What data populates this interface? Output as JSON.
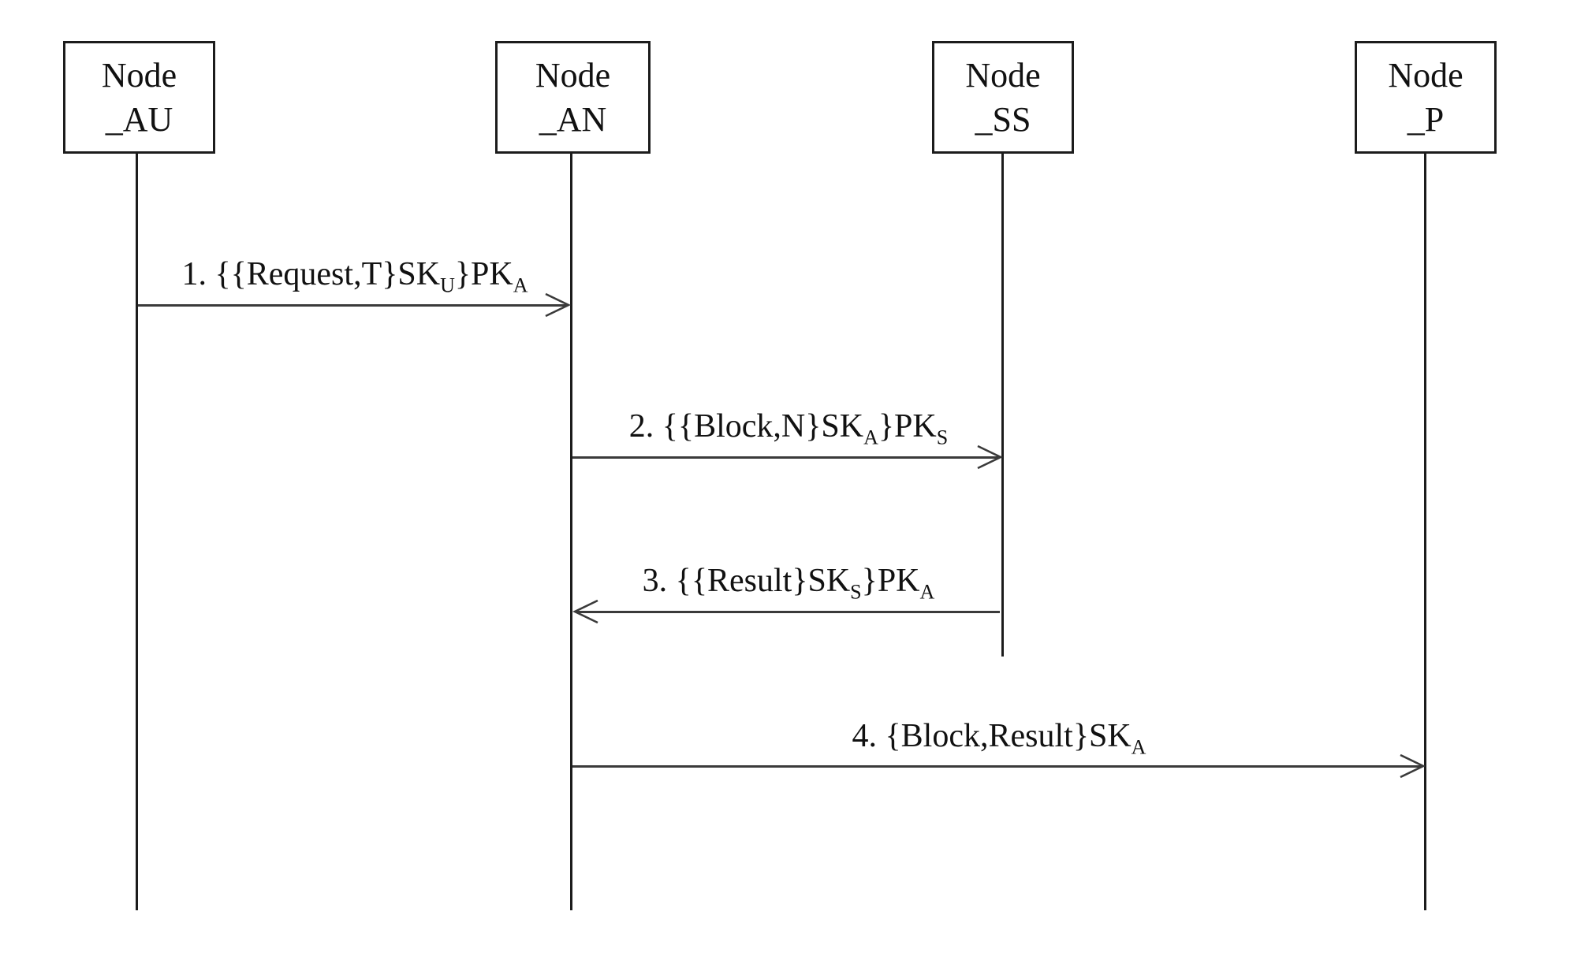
{
  "diagram": {
    "type": "sequence-diagram",
    "colors": {
      "background": "#ffffff",
      "box_border": "#1c1c1c",
      "lifeline": "#1c1c1c",
      "arrow": "#3a3a3a",
      "text": "#111111"
    },
    "actors": [
      {
        "id": "node-au",
        "line1": "Node",
        "line2": "_AU"
      },
      {
        "id": "node-an",
        "line1": "Node",
        "line2": "_AN"
      },
      {
        "id": "node-ss",
        "line1": "Node",
        "line2": "_SS"
      },
      {
        "id": "node-p",
        "line1": "Node",
        "line2": "_P"
      }
    ],
    "messages": [
      {
        "from": "node-au",
        "to": "node-an",
        "direction": "right",
        "plain_text": "1. {{Request,T}SK_U}PK_A",
        "parts": [
          {
            "text": "1. {{Request,T}SK"
          },
          {
            "text": "U",
            "sub": true
          },
          {
            "text": "}PK"
          },
          {
            "text": "A",
            "sub": true
          }
        ]
      },
      {
        "from": "node-an",
        "to": "node-ss",
        "direction": "right",
        "plain_text": "2. {{Block,N}SK_A}PK_S",
        "parts": [
          {
            "text": "2. {{Block,N}SK"
          },
          {
            "text": "A",
            "sub": true
          },
          {
            "text": "}PK"
          },
          {
            "text": "S",
            "sub": true
          }
        ]
      },
      {
        "from": "node-ss",
        "to": "node-an",
        "direction": "left",
        "plain_text": "3. {{Result}SK_S}PK_A",
        "parts": [
          {
            "text": "3. {{Result}SK"
          },
          {
            "text": "S",
            "sub": true
          },
          {
            "text": "}PK"
          },
          {
            "text": "A",
            "sub": true
          }
        ]
      },
      {
        "from": "node-an",
        "to": "node-p",
        "direction": "right",
        "plain_text": "4. {Block,Result}SK_A",
        "parts": [
          {
            "text": "4. {Block,Result}SK"
          },
          {
            "text": "A",
            "sub": true
          }
        ]
      }
    ]
  }
}
